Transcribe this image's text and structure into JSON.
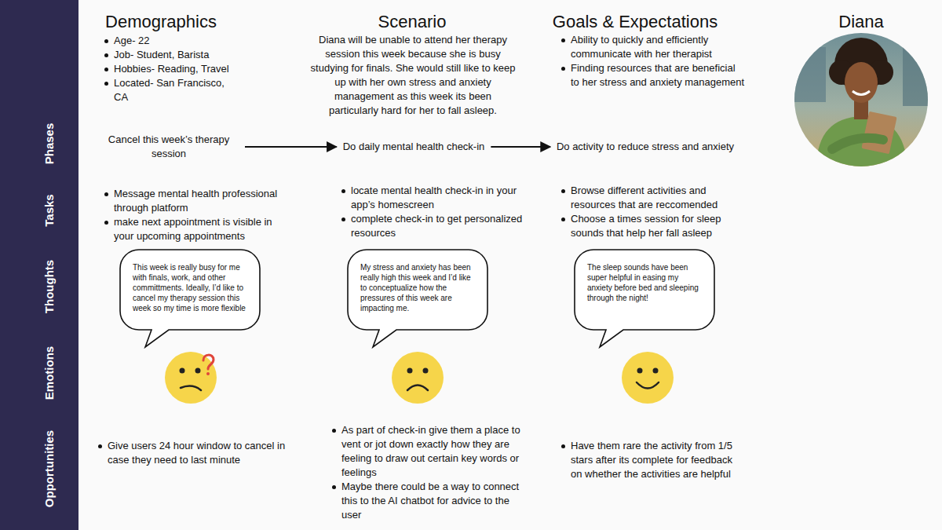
{
  "diagram": {
    "nodes": [
      {
        "text": [
          "Phases",
          "Tasks",
          "Thoughts",
          "Emotions",
          "Opportunities"
        ]
      },
      {
        "text": [
          "Cancel this week’s therapy session"
        ]
      },
      {
        "text": [
          "Do daily mental health check-in"
        ]
      },
      {
        "text": [
          "Do activity to reduce stress and anxiety"
        ]
      },
      {
        "text": [
          "This week is really busy for me with finals, work, and other committments. Ideally, I’d like to cancel my therapy session this week so my time is more flexible"
        ]
      },
      {
        "text": [
          "My stress and anxiety has been really high this week and I’d like to conceptualize how the pressures of this week are impacting me."
        ]
      },
      {
        "text": [
          "The sleep sounds have been super helpful in easing my anxiety before bed and sleeping through the night!"
        ]
      }
    ],
    "edges": [
      {
        "from": 1,
        "to": 2,
        "arrow": "to"
      },
      {
        "from": 2,
        "to": 3,
        "arrow": "to"
      }
    ],
    "labels": [
      "Demographics",
      "Age- 22",
      "Job- Student, Barista",
      "Hobbies- Reading, Travel",
      "Located- San Francisco, CA",
      "Scenario",
      "Diana will be unable to attend her therapy session this week because she is busy studying for finals. She would still like to keep up with her own stress and anxiety management as this week its been particularly hard for her to fall asleep.",
      "Goals & Expectations",
      "Ability to quickly and efficiently communicate with her therapist",
      "Finding resources that are beneficial to her stress and anxiety management",
      "Diana",
      "Message mental health professional through platform",
      "make next appointment is visible in your upcoming appointments",
      "locate mental health check-in in your app’s homescreen",
      "complete check-in to get personalized resources",
      "Browse different activities and resources that are reccomended",
      "Choose a times session for sleep sounds that help her fall asleep",
      "Give users 24 hour window to cancel in case they need to last minute",
      "As part of check-in give them a place to vent or jot down exactly how they are feeling to draw out certain key words or feelings",
      "Maybe there could be a way to connect this to the AI chatbot for advice to the user",
      "Have them rare the activity from 1/5 stars after its complete for feedback on whether the activities are helpful"
    ]
  }
}
